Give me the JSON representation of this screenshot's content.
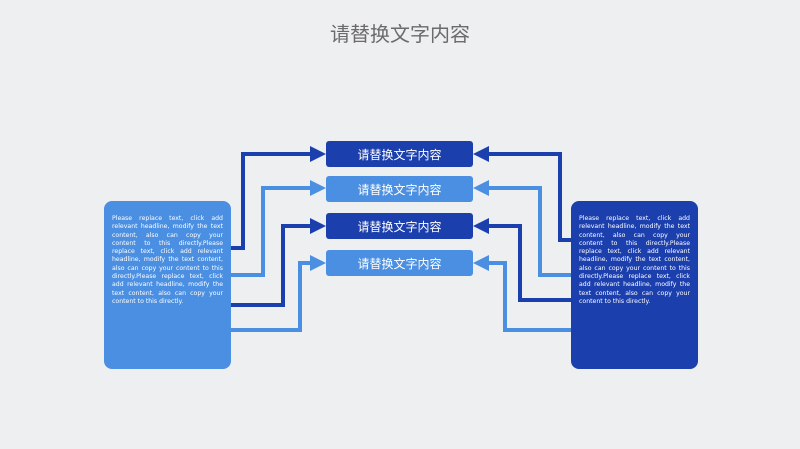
{
  "title": "请替换文字内容",
  "boxes": [
    "请替换文字内容",
    "请替换文字内容",
    "请替换文字内容",
    "请替换文字内容"
  ],
  "left_text": "Please replace text, click add relevant headline, modify the text content, also can copy your content to this directly.Please replace text, click add relevant headline, modify the text content, also can copy your content to this directly.Please replace text, click add relevant headline, modify the text content, also can copy your content to this directly.",
  "right_text": "Please replace text, click add relevant headline, modify the text content, also can copy your content to this directly.Please replace text, click add relevant headline, modify the text content, also can copy your content to this directly.Please replace text, click add relevant headline, modify the text content, also can copy your content to this directly.",
  "colors": {
    "dark": "#1c3fae",
    "light": "#4a8fe2"
  }
}
